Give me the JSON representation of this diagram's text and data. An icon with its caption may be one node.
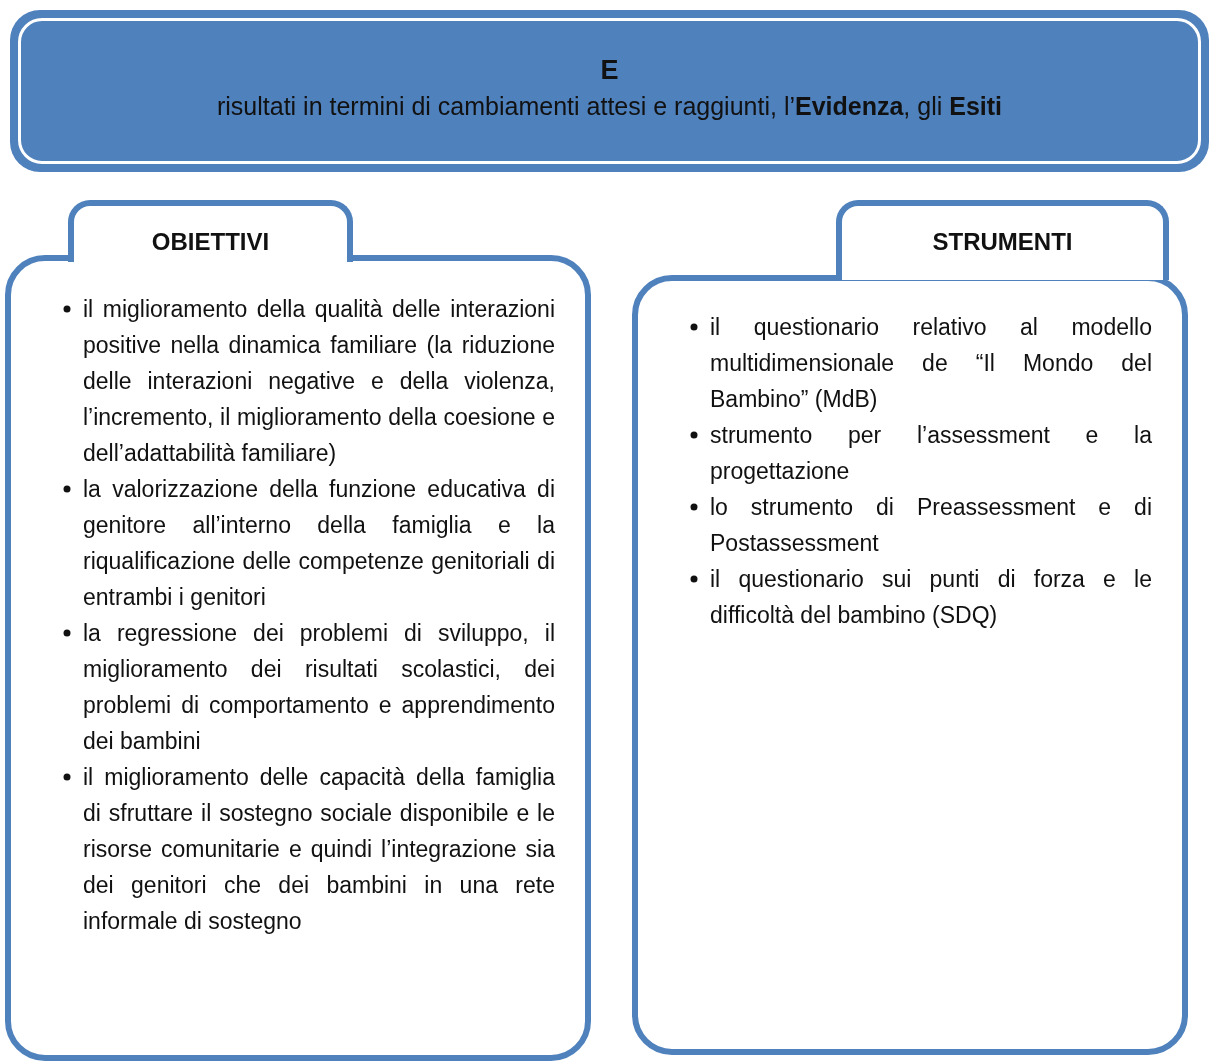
{
  "diagram": {
    "nodes": [
      {
        "text": [
          "E",
          "risultati in termini di cambiamenti attesi e raggiunti, l’**Evidenza**, gli **Esiti**"
        ]
      },
      {
        "text": [
          "OBIETTIVI",
          "il miglioramento della qualità delle interazioni positive nella dinamica familiare (la riduzione delle interazioni negative e della violenza, l’incremento, il miglioramento della coesione e dell’adattabilità familiare)",
          "la valorizzazione della funzione educativa di genitore all’interno della famiglia e la riqualificazione delle competenze genitoriali di entrambi i genitori",
          "la regressione dei problemi di sviluppo, il miglioramento dei risultati scolastici, dei problemi di comportamento e apprendimento dei bambini",
          "il miglioramento delle capacità della famiglia di sfruttare il sostegno sociale disponibile e le risorse comunitarie e quindi l’integrazione sia dei genitori che dei bambini in una rete informale di sostegno"
        ]
      },
      {
        "text": [
          "STRUMENTI",
          "il questionario relativo al modello multidimensionale de “Il Mondo del Bambino” (MdB)",
          "strumento per l’assessment e la progettazione",
          "lo strumento di Preassessment e di Postassessment",
          "il questionario sui punti di forza e le difficoltà del bambino (SDQ)"
        ]
      }
    ],
    "edges": []
  }
}
